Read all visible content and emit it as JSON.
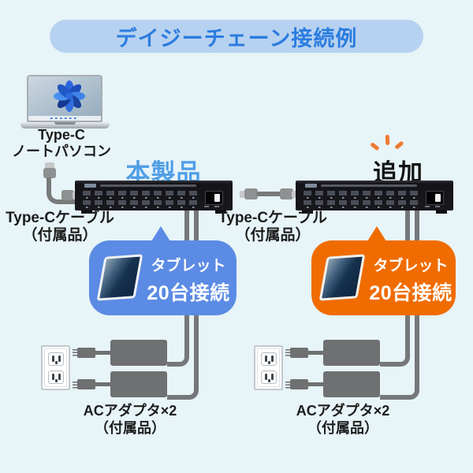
{
  "title": "デイジーチェーン接続例",
  "laptop": {
    "label_line1": "Type-C",
    "label_line2": "ノートパソコン"
  },
  "devices": {
    "main_label": "本製品",
    "added_label": "追加",
    "port_rows": 2,
    "ports_per_row": 10
  },
  "cable_labels": {
    "left": {
      "line1": "Type-Cケーブル",
      "line2": "（付属品）"
    },
    "middle": {
      "line1": "Type-Cケーブル",
      "line2": "（付属品）"
    }
  },
  "bubbles": {
    "left": {
      "line1": "タブレット",
      "line2": "20台接続",
      "color": "#5b8be4"
    },
    "right": {
      "line1": "タブレット",
      "line2": "20台接続",
      "color": "#f06c00"
    }
  },
  "adapter_labels": {
    "left": {
      "line1": "ACアダプタ×2",
      "line2": "（付属品）"
    },
    "right": {
      "line1": "ACアダプタ×2",
      "line2": "（付属品）"
    }
  },
  "colors": {
    "background": "#e7f4f8",
    "banner_bg": "#b7d2f0",
    "banner_text": "#2b7ce0",
    "main_label_text": "#4f9ee6",
    "added_label_text": "#141414",
    "sparkle": "#ee7a2f",
    "device_body": "#18181d",
    "cable_gray": "#797a7c",
    "adapter_gray": "#6f7072"
  }
}
